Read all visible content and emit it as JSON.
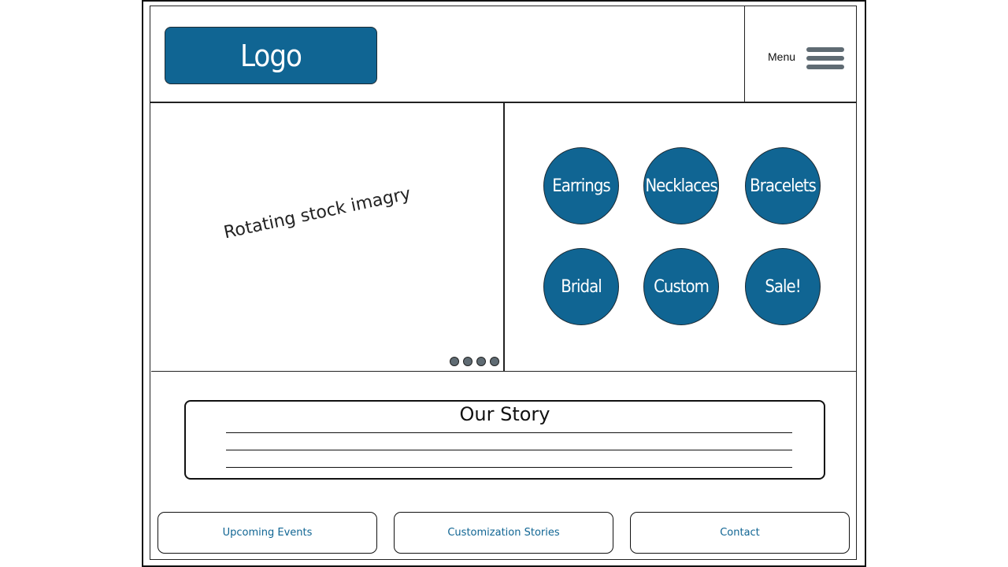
{
  "header": {
    "logo_label": "Logo",
    "menu_label": "Menu",
    "hamburger_icon": "hamburger-menu-icon"
  },
  "hero": {
    "caption": "Rotating stock imagry",
    "carousel_dots": 4
  },
  "categories": [
    {
      "label": "Earrings"
    },
    {
      "label": "Necklaces"
    },
    {
      "label": "Bracelets"
    },
    {
      "label": "Bridal"
    },
    {
      "label": "Custom"
    },
    {
      "label": "Sale!"
    }
  ],
  "story": {
    "title": "Our Story"
  },
  "footer": {
    "buttons": [
      {
        "label": "Upcoming Events"
      },
      {
        "label": "Customization Stories"
      },
      {
        "label": "Contact"
      }
    ]
  },
  "colors": {
    "accent": "#106593",
    "dot": "#5f6b73",
    "line": "#111111"
  }
}
